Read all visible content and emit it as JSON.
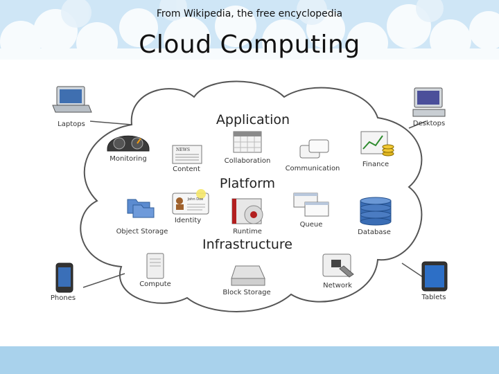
{
  "slide": {
    "title": "Cloud Computing",
    "caption": "From Wikipedia, the free encyclopedia"
  },
  "diagram": {
    "layers": [
      "Application",
      "Platform",
      "Infrastructure"
    ],
    "devices": {
      "laptops": "Laptops",
      "desktops": "Desktops",
      "phones": "Phones",
      "tablets": "Tablets"
    },
    "services": {
      "monitoring": "Monitoring",
      "content": "Content",
      "collaboration": "Collaboration",
      "communication": "Communication",
      "finance": "Finance",
      "object_storage": "Object Storage",
      "identity": "Identity",
      "runtime": "Runtime",
      "queue": "Queue",
      "database": "Database",
      "compute": "Compute",
      "block_storage": "Block Storage",
      "network": "Network"
    },
    "identity_card_text": "John Doe"
  },
  "colors": {
    "sky": "#cfe6f6",
    "footer": "#a9d2ec",
    "cloud_outline": "#555555"
  }
}
